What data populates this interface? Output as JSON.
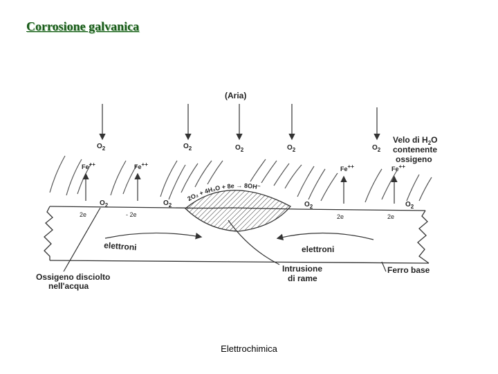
{
  "slide": {
    "title": "Corrosione galvanica",
    "footer": "Elettrochimica"
  },
  "diagram": {
    "aria": "(Aria)",
    "o2": "O",
    "o2_sub": "2",
    "fe": "Fe",
    "fe_sup": "++",
    "electron_charge": "2e",
    "electron_charge_neg": "- 2e",
    "elettroni": "elettroni",
    "veil_line1": "Velo di H",
    "veil_sub": "2",
    "veil_line1_end": "O",
    "veil_line2": "contenente",
    "veil_line3": "ossigeno",
    "reaction": "2O₂ + 4H₂O + 8e → 8OH⁻",
    "dissolved_line1": "Ossigeno disciolto",
    "dissolved_line2": "nell'acqua",
    "copper_line1": "Intrusione",
    "copper_line2": "di rame",
    "base_iron": "Ferro base"
  }
}
